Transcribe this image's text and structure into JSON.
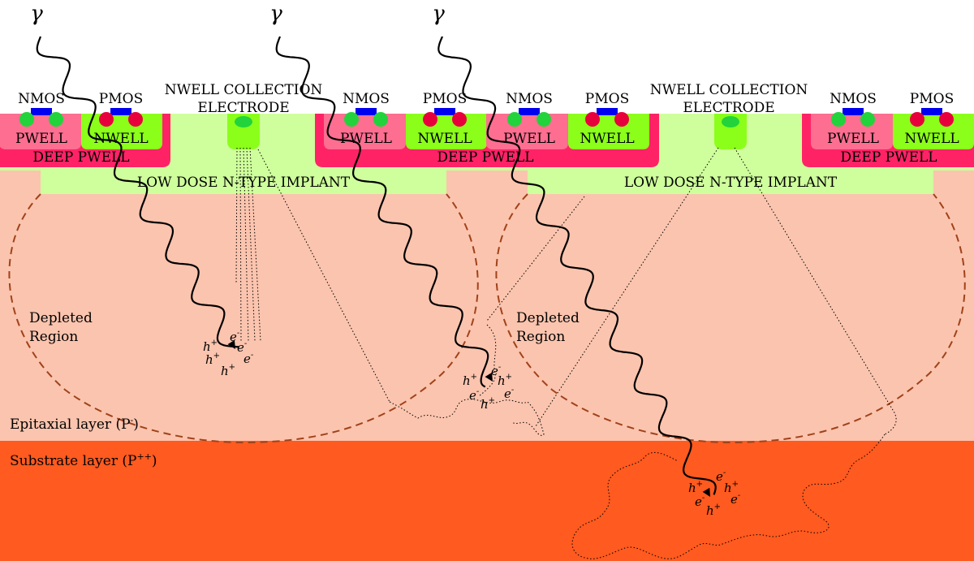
{
  "colors": {
    "epitaxial": "#fbc4ae",
    "substrate": "#ff5a1f",
    "deep_pwell": "#ff2366",
    "pwell": "#fd6e91",
    "nwell": "#8bff1a",
    "implant": "#cfff9c",
    "nmos_dot": "#22d33c",
    "pmos_dot": "#e8003c",
    "gate": "#0000ee",
    "depletion_boundary": "#a0421a"
  },
  "labels": {
    "gamma": "γ",
    "nmos": "NMOS",
    "pmos": "PMOS",
    "pwell": "PWELL",
    "nwell": "NWELL",
    "deep_pwell": "DEEP PWELL",
    "collection_line1": "NWELL COLLECTION",
    "collection_line2": "ELECTRODE",
    "implant": "LOW DOSE N-TYPE IMPLANT",
    "depleted_line1": "Depleted",
    "depleted_line2": "Region",
    "epitaxial": "Epitaxial layer (P",
    "epitaxial_sup": "-",
    "epitaxial_close": ")",
    "substrate": "Substrate layer (P",
    "substrate_sup": "++",
    "substrate_close": ")",
    "hole": "h",
    "hole_sup": "+",
    "electron": "e",
    "electron_sup": "-"
  }
}
